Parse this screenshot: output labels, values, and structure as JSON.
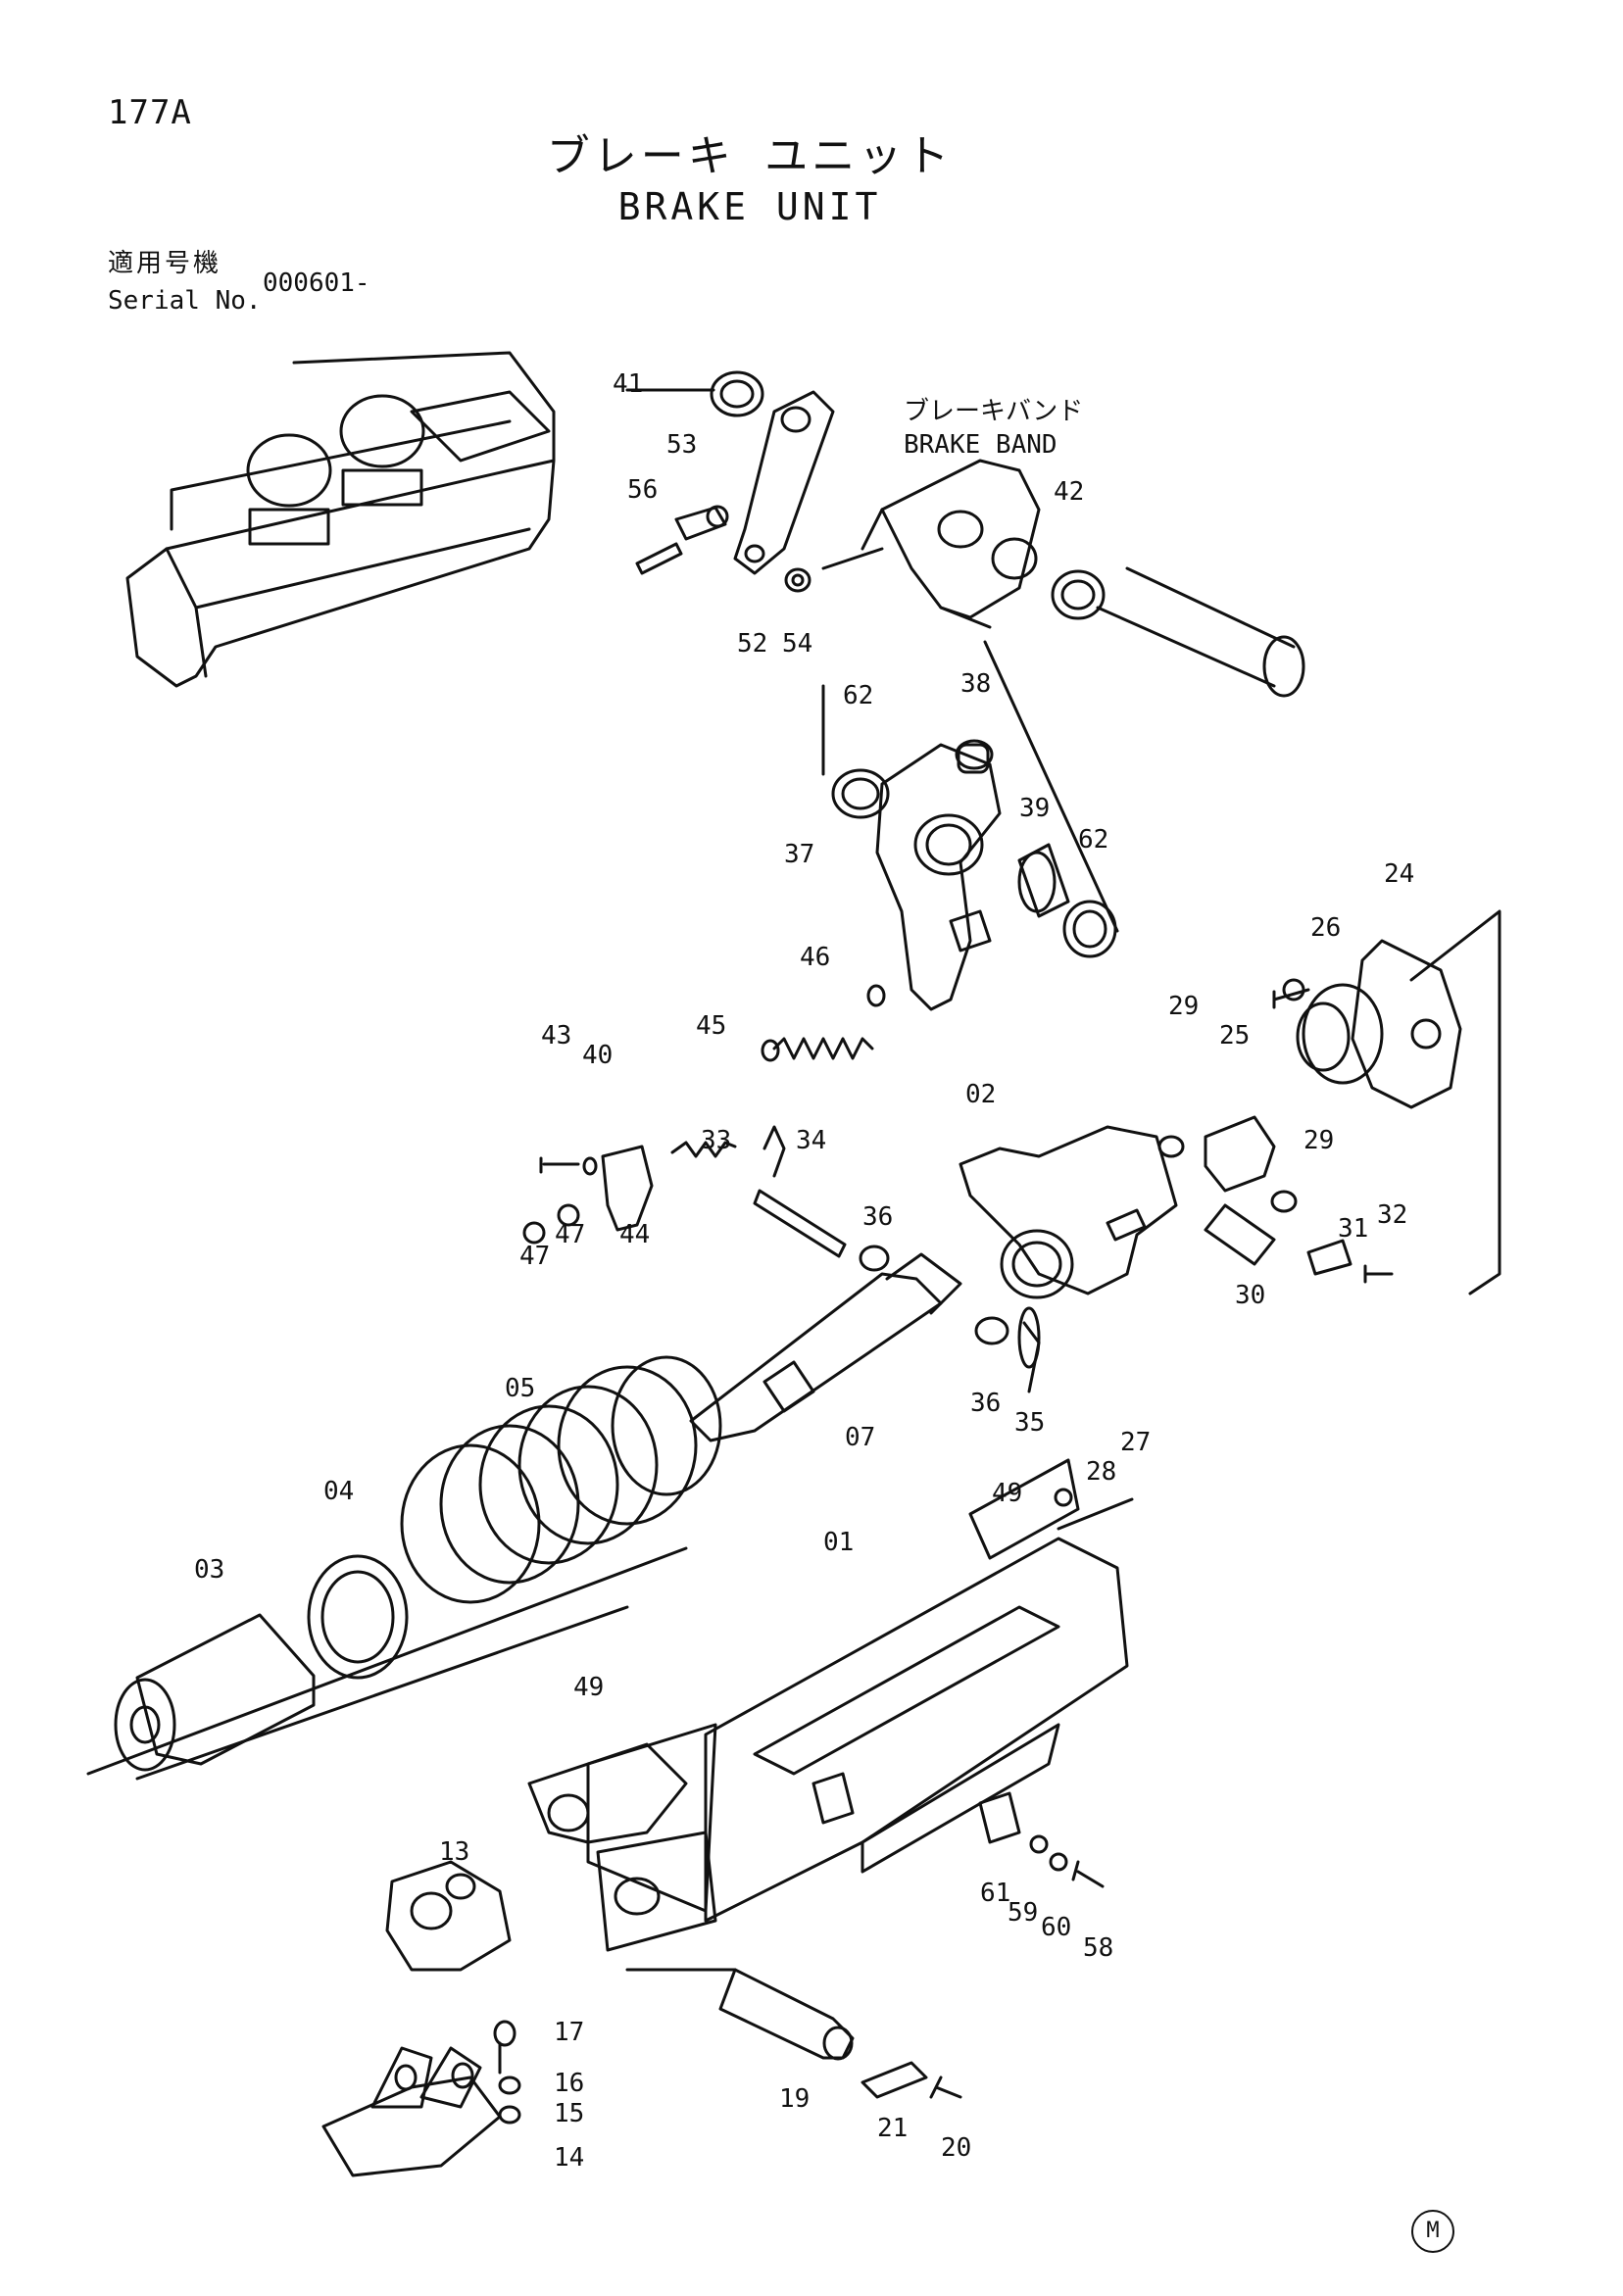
{
  "header": {
    "page_number": "177A",
    "title_ja": "ブレーキ ユニット",
    "title_en": "BRAKE UNIT",
    "serial_label_ja": "適用号機",
    "serial_label_en": "Serial No.",
    "serial_value": "000601-"
  },
  "annotations": {
    "brake_band_ja": "ブレーキバンド",
    "brake_band_en": "BRAKE BAND"
  },
  "part_labels": {
    "p41": "41",
    "p53": "53",
    "p56": "56",
    "p52": "52",
    "p54": "54",
    "p42": "42",
    "p38": "38",
    "p62a": "62",
    "p62b": "62",
    "p39": "39",
    "p37": "37",
    "p46": "46",
    "p24": "24",
    "p26": "26",
    "p29a": "29",
    "p29b": "29",
    "p25": "25",
    "p43": "43",
    "p40": "40",
    "p45": "45",
    "p02": "02",
    "p33": "33",
    "p34": "34",
    "p47a": "47",
    "p47b": "47",
    "p44": "44",
    "p36a": "36",
    "p36b": "36",
    "p31": "31",
    "p32": "32",
    "p30": "30",
    "p05": "05",
    "p07": "07",
    "p35": "35",
    "p04": "04",
    "p03": "03",
    "p49a": "49",
    "p49b": "49",
    "p28": "28",
    "p27": "27",
    "p01": "01",
    "p13": "13",
    "p17": "17",
    "p16": "16",
    "p15": "15",
    "p14": "14",
    "p19": "19",
    "p21": "21",
    "p20": "20",
    "p61": "61",
    "p59": "59",
    "p60": "60",
    "p58": "58"
  },
  "footer_mark": "M"
}
